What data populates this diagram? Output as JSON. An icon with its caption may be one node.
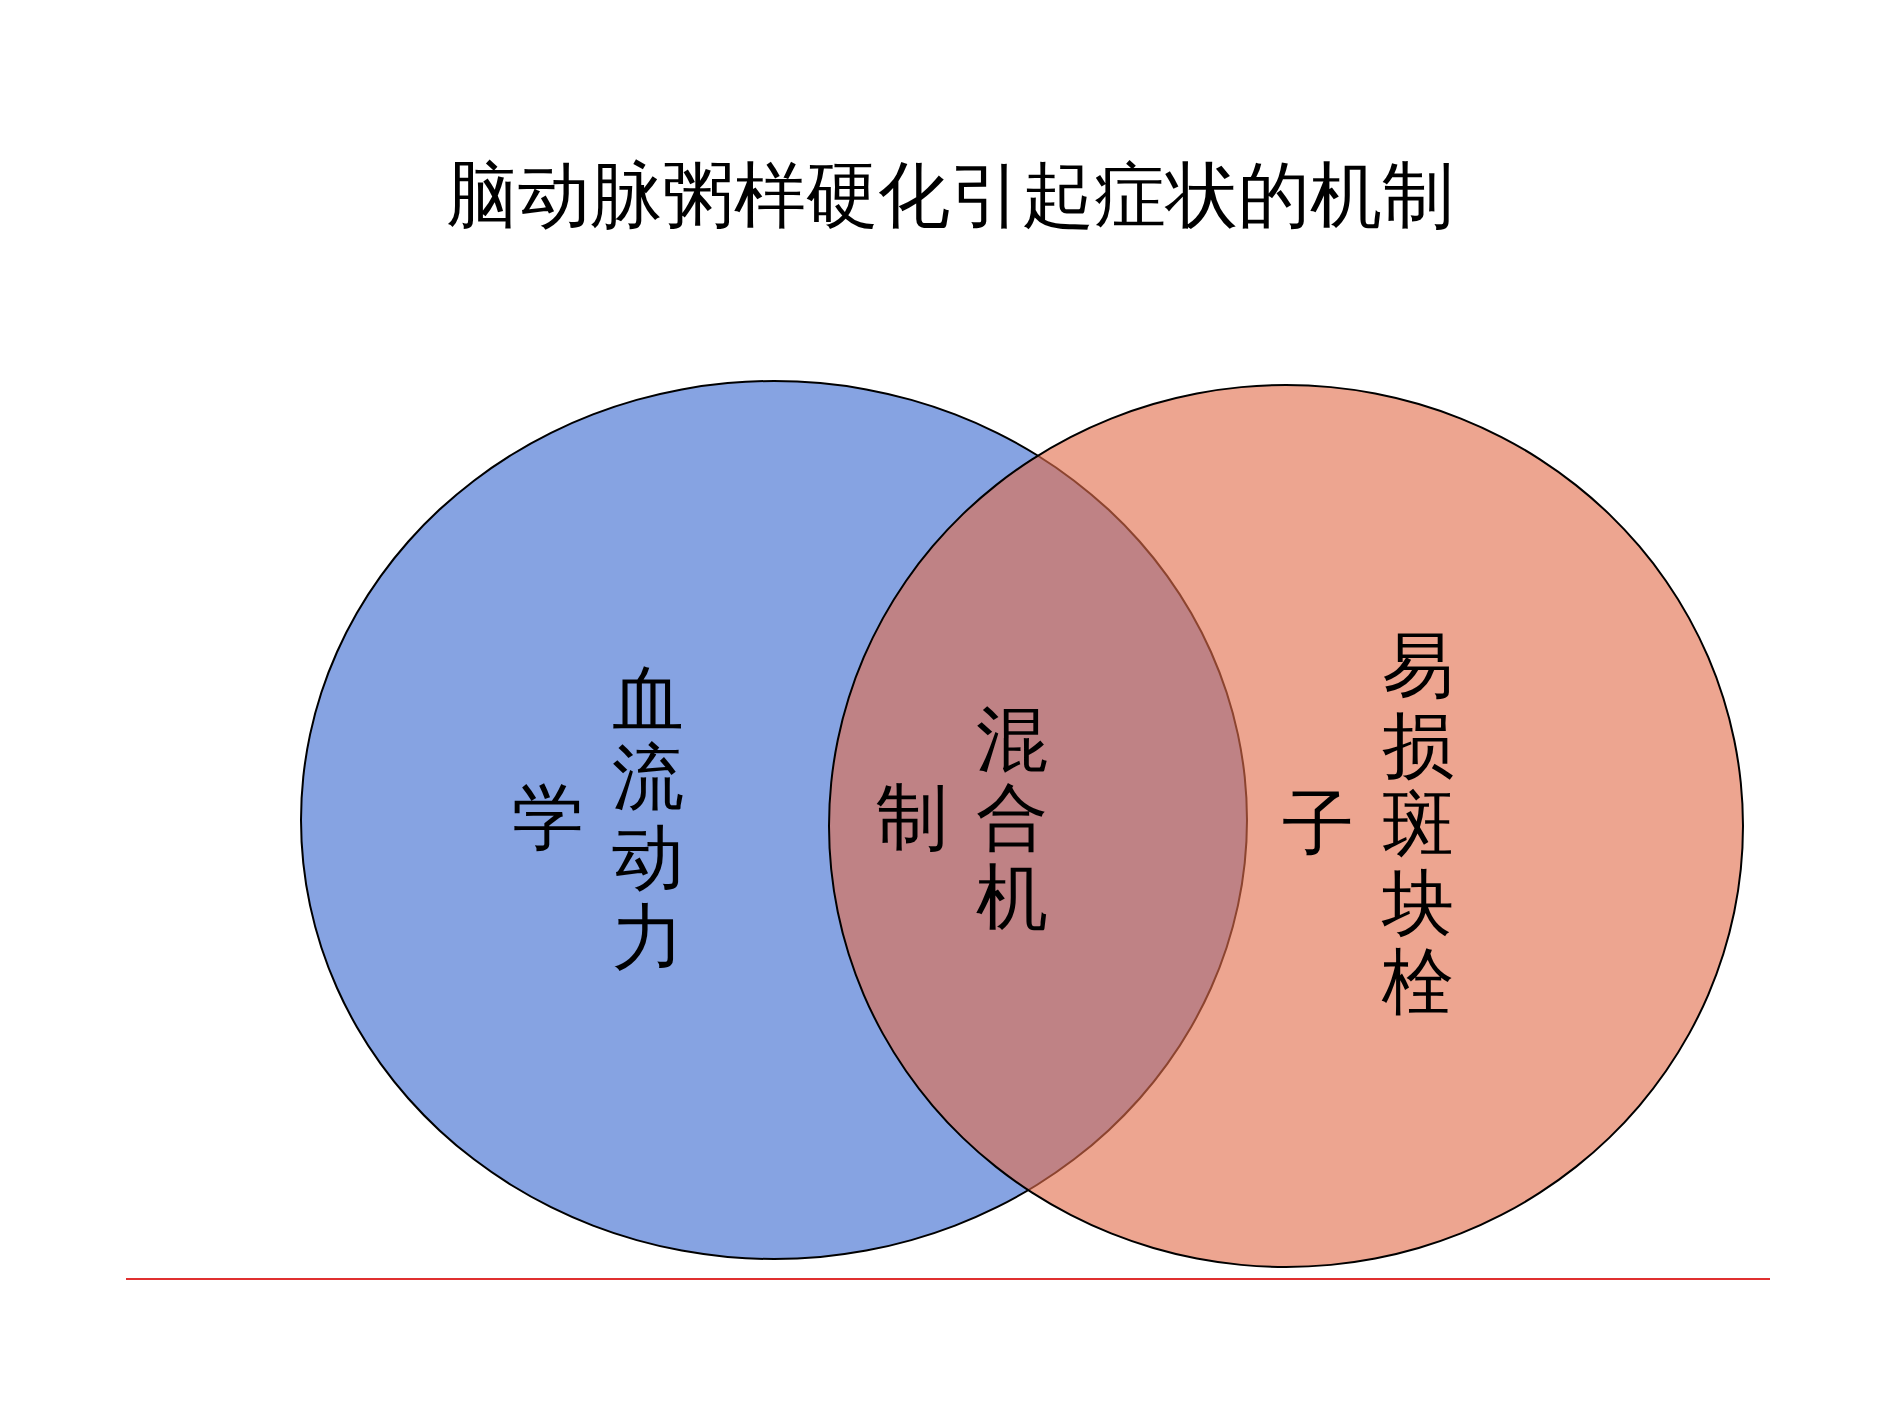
{
  "diagram": {
    "title": "脑动脉粥样硬化引起症状的机制",
    "nodes": [
      {
        "text": [
          "血流动力学"
        ]
      },
      {
        "text": [
          "易损斑块栓子"
        ]
      }
    ],
    "labels": [
      "混合机制"
    ]
  }
}
